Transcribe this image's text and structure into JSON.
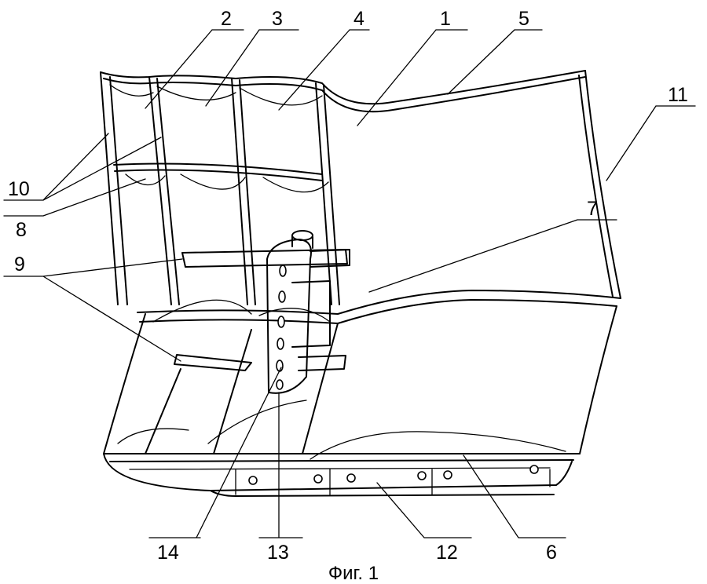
{
  "figure": {
    "caption": "Фиг. 1",
    "callouts": [
      {
        "id": "1",
        "text": "1"
      },
      {
        "id": "2",
        "text": "2"
      },
      {
        "id": "3",
        "text": "3"
      },
      {
        "id": "4",
        "text": "4"
      },
      {
        "id": "5",
        "text": "5"
      },
      {
        "id": "6",
        "text": "6"
      },
      {
        "id": "7",
        "text": "7"
      },
      {
        "id": "8",
        "text": "8"
      },
      {
        "id": "9",
        "text": "9"
      },
      {
        "id": "10",
        "text": "10"
      },
      {
        "id": "11",
        "text": "11"
      },
      {
        "id": "12",
        "text": "12"
      },
      {
        "id": "13",
        "text": "13"
      },
      {
        "id": "14",
        "text": "14"
      }
    ]
  }
}
